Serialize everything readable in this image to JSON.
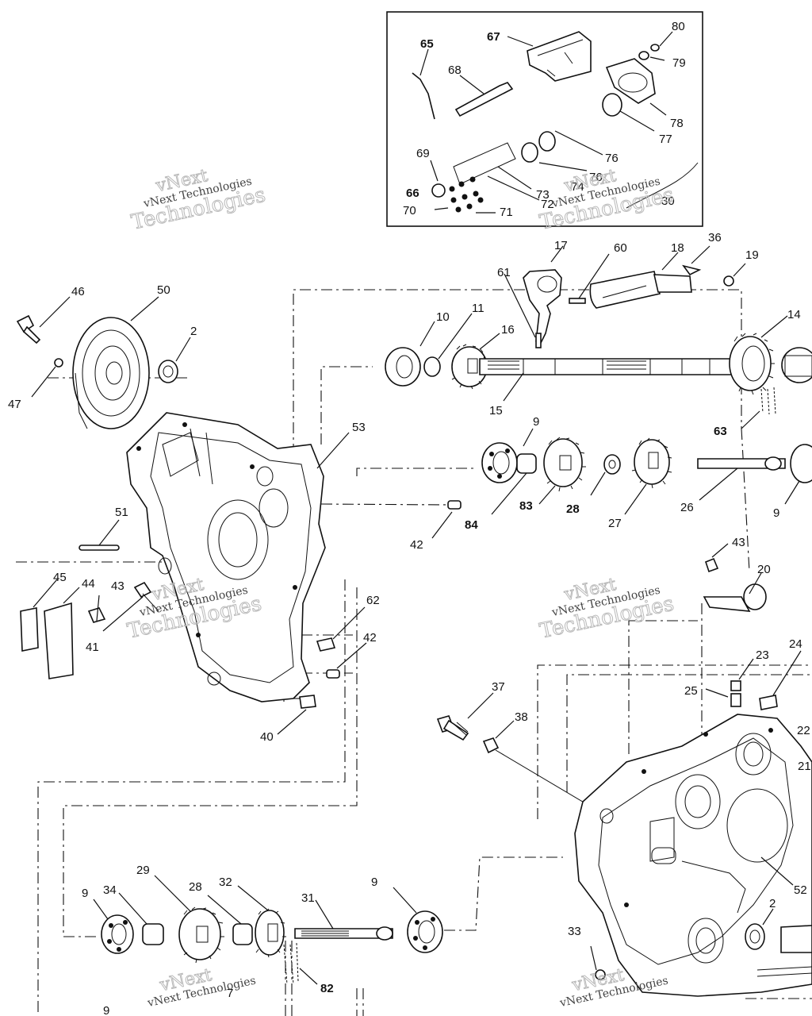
{
  "labels": {
    "l65": "65",
    "l67": "67",
    "l80": "80",
    "l79": "79",
    "l68": "68",
    "l78": "78",
    "l77": "77",
    "l76a": "76",
    "l76b": "76",
    "l69": "69",
    "l74": "74",
    "l73": "73",
    "l72": "72",
    "l66": "66",
    "l70": "70",
    "l71": "71",
    "l30": "30",
    "l17": "17",
    "l60": "60",
    "l18": "18",
    "l36": "36",
    "l19": "19",
    "l61": "61",
    "l14": "14",
    "l10": "10",
    "l11": "11",
    "l16": "16",
    "l15": "15",
    "l63": "63",
    "l46": "46",
    "l50": "50",
    "l2a": "2",
    "l47": "47",
    "l53": "53",
    "l9a": "9",
    "l84": "84",
    "l83": "83",
    "l28a": "28",
    "l27": "27",
    "l26": "26",
    "l9b": "9",
    "l51": "51",
    "l42a": "42",
    "l43a": "43",
    "l20": "20",
    "l45": "45",
    "l44": "44",
    "l43b": "43",
    "l41": "41",
    "l62": "62",
    "l42b": "42",
    "l40": "40",
    "l23": "23",
    "l24": "24",
    "l25": "25",
    "l22": "22",
    "l21": "21",
    "l37": "37",
    "l38": "38",
    "l52": "52",
    "l2b": "2",
    "l33": "33",
    "l9c": "9",
    "l34": "34",
    "l29": "29",
    "l28b": "28",
    "l32": "32",
    "l31": "31",
    "l9d": "9",
    "l82": "82",
    "l9e": "9",
    "l7": "7"
  },
  "watermarks": {
    "brand_line1": "vNext",
    "brand_line2": "Technologies",
    "brand_small": "vNext Technologies"
  }
}
